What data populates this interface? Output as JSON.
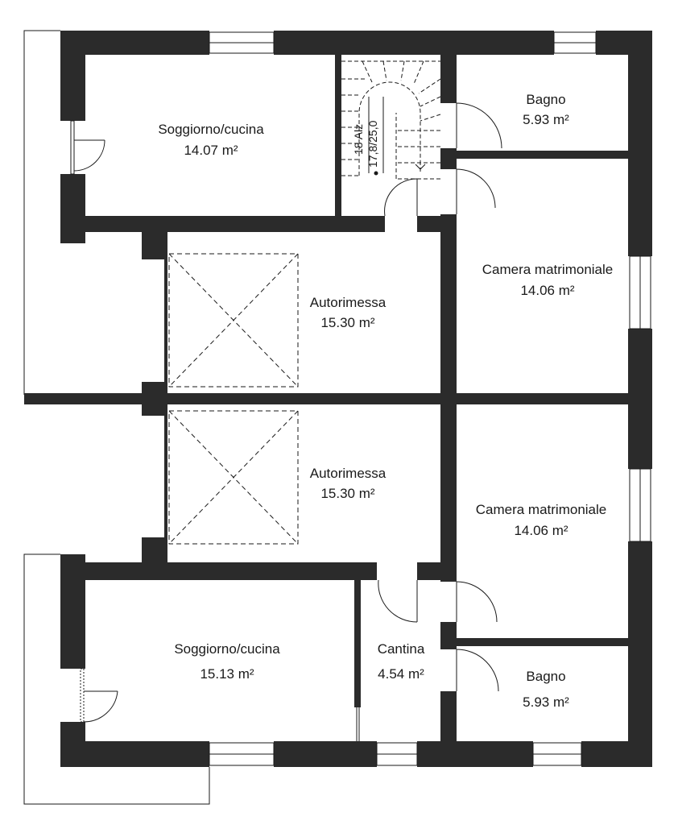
{
  "colors": {
    "wall": "#2b2b2b",
    "line": "#1a1a1a",
    "background": "#ffffff"
  },
  "rooms": [
    {
      "id": "soggiorno-top",
      "name": "Soggiorno/cucina",
      "area": "14.07 m²"
    },
    {
      "id": "bagno-top",
      "name": "Bagno",
      "area": "5.93 m²"
    },
    {
      "id": "camera-top",
      "name": "Camera matrimoniale",
      "area": "14.06 m²"
    },
    {
      "id": "autorimessa-top",
      "name": "Autorimessa",
      "area": "15.30 m²"
    },
    {
      "id": "autorimessa-bottom",
      "name": "Autorimessa",
      "area": "15.30 m²"
    },
    {
      "id": "camera-bottom",
      "name": "Camera matrimoniale",
      "area": "14.06 m²"
    },
    {
      "id": "soggiorno-bottom",
      "name": "Soggiorno/cucina",
      "area": "15.13 m²"
    },
    {
      "id": "cantina",
      "name": "Cantina",
      "area": "4.54 m²"
    },
    {
      "id": "bagno-bottom",
      "name": "Bagno",
      "area": "5.93 m²"
    }
  ],
  "stair": {
    "line1": "18 Alz",
    "line2": "17,8/25,0"
  }
}
